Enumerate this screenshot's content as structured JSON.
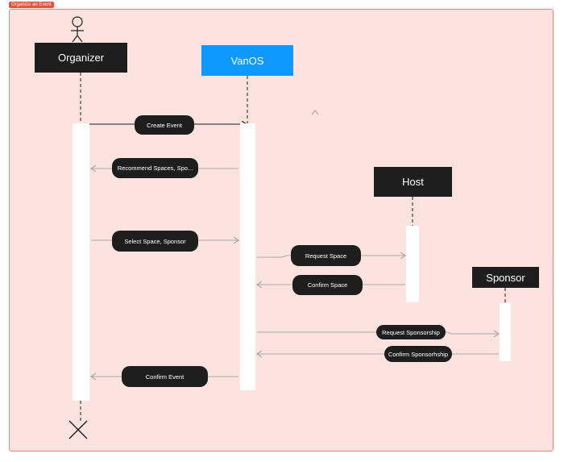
{
  "frame": {
    "label": "Organize an Event"
  },
  "actors": {
    "organizer": "Organizer",
    "vanos": "VanOS",
    "host": "Host",
    "sponsor": "Sponsor"
  },
  "messages": {
    "create_event": "Create Event",
    "recommend": "Recommend Spaces, Spo...",
    "select": "Select Space, Sponsor",
    "request_space": "Request Space",
    "confirm_space": "Confirm Space",
    "request_sponsorship": "Request Sponsorship",
    "confirm_sponsorship": "Confirm Sponsorhship",
    "confirm_event": "Confirm Event"
  },
  "icons": {
    "stick_figure": "person-icon",
    "destroy": "x-icon",
    "chevron": "chevron-up-icon"
  },
  "colors": {
    "frame_bg": "#fde3e0",
    "frame_border": "#e58a80",
    "tag_bg": "#e5533d",
    "box_dark": "#1e1e1e",
    "box_blue": "#0d99ff",
    "arrow_dark": "#1e1e1e",
    "arrow_light": "#a8a8a8"
  }
}
